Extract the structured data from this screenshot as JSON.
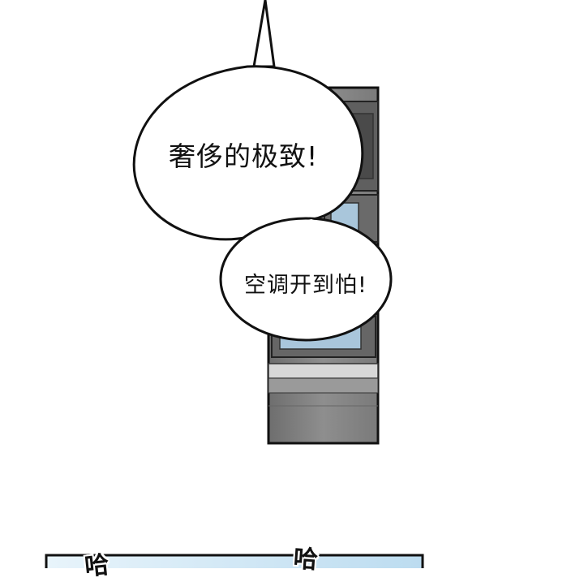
{
  "bubbles": {
    "upper": "奢侈的极致!",
    "lower": "空调开到怕!"
  },
  "sound_effects": {
    "left": "哈",
    "right": "哈"
  },
  "colors": {
    "panel_gray": "#8c8c8c",
    "panel_dark": "#5a5a5a",
    "window_blue": "#a9c6db",
    "sky_blue": "#cfe6f5",
    "outline": "#111111"
  }
}
